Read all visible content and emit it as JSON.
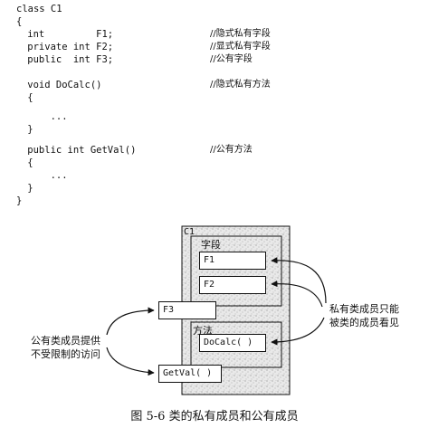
{
  "code": {
    "lines": [
      "class C1",
      "{",
      "    int         F1;",
      "    private int F2;",
      "    public  int F3;",
      "",
      "    void DoCalc()",
      "    {",
      "",
      "        ...",
      "    }",
      "",
      "    public int GetVal()",
      "    {",
      "        ...",
      "    }",
      "}"
    ],
    "comments": {
      "f1": "//隐式私有字段",
      "f2": "//显式私有字段",
      "f3": "//公有字段",
      "docalc": "//隐式私有方法",
      "getval": "//公有方法"
    }
  },
  "diagram": {
    "class_name": "C1",
    "fields_label": "字段",
    "methods_label": "方法",
    "f1": "F1",
    "f2": "F2",
    "f3": "F3",
    "docalc": "DoCalc( )",
    "getval": "GetVal( )",
    "right_note_line1": "私有类成员只能",
    "right_note_line2": "被类的成员看见",
    "left_note_line1": "公有类成员提供",
    "left_note_line2": "不受限制的访问"
  },
  "caption": "图 5-6   类的私有成员和公有成员"
}
